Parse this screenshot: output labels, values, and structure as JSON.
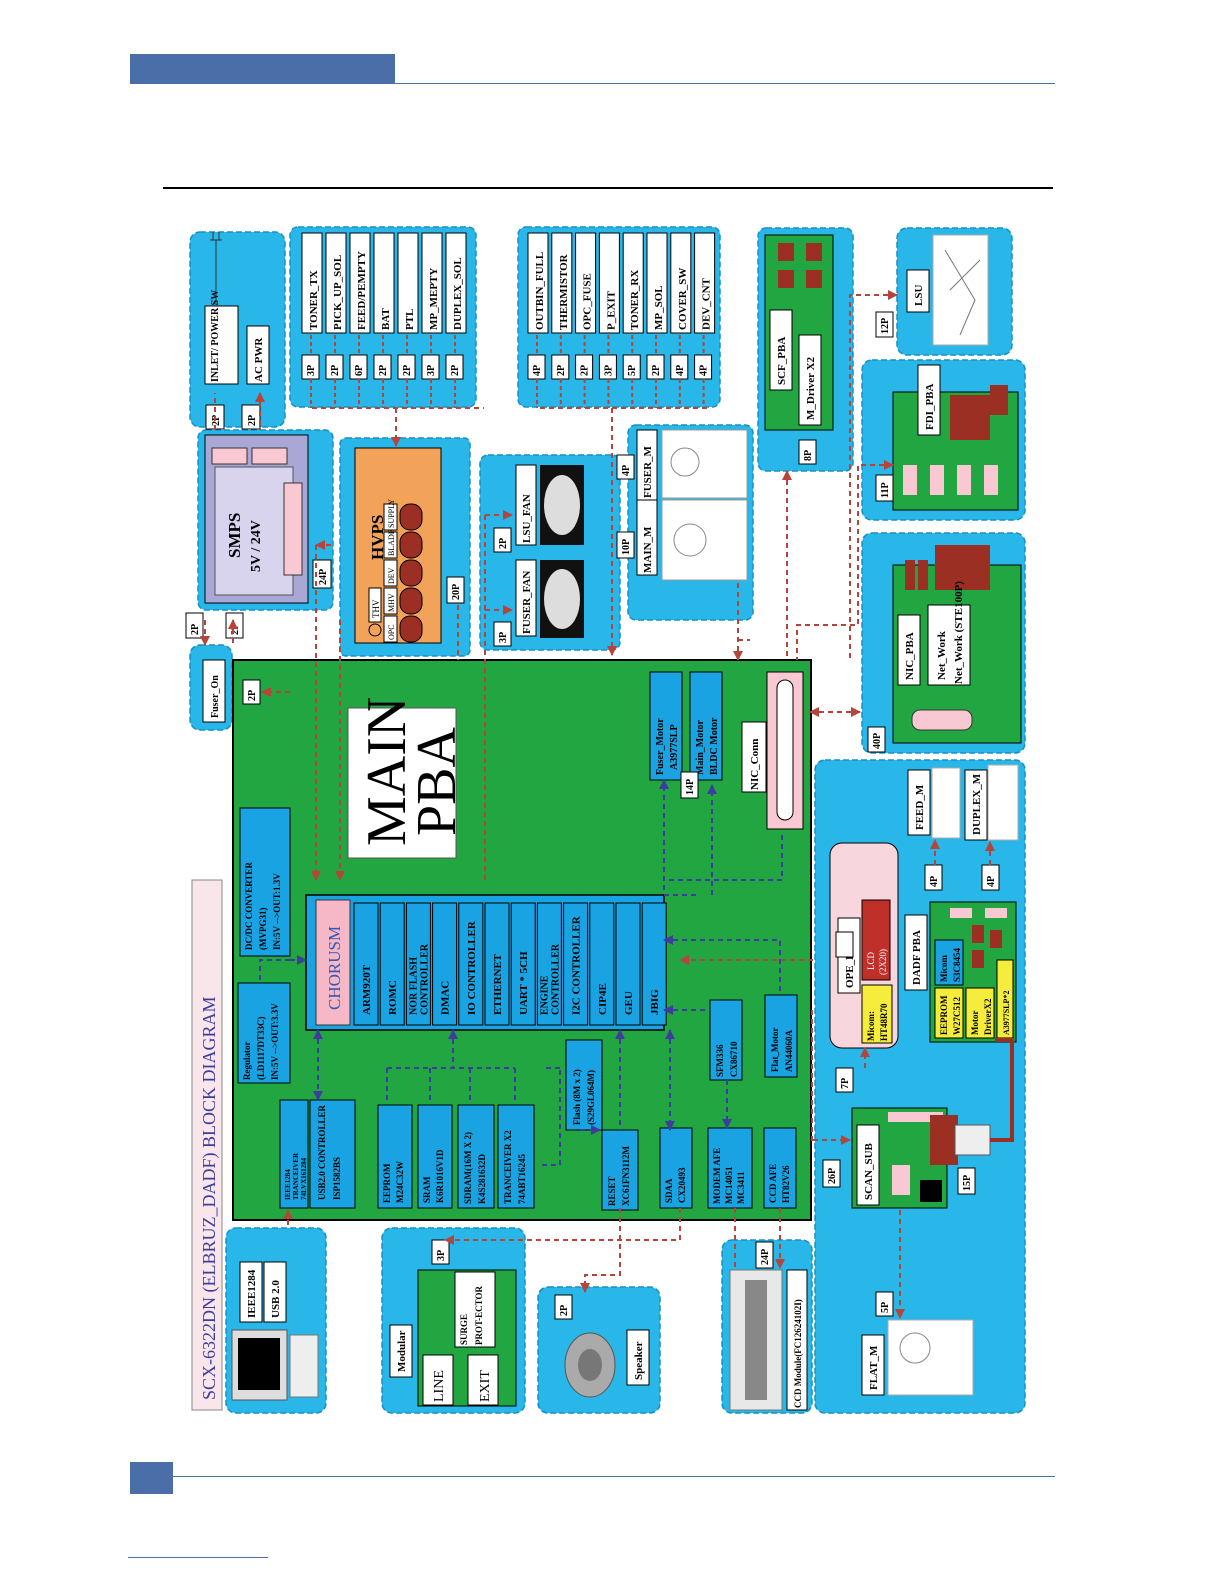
{
  "diagram": {
    "title": "SCX-6322DN (ELBRUZ_DADF) BLOCK DIAGRAM",
    "main_pba": {
      "line1": "MAIN",
      "line2": "PBA"
    },
    "chorusm": {
      "title": "CHORUSM",
      "items": [
        "ARM920T",
        "ROMC",
        "NOR FLASH CONTROLLER",
        "DMAC",
        "IO CONTROLLER",
        "ETHERNET",
        "UART * 5CH",
        "ENGINE CONTROLLER",
        "I2C CONTROLLER",
        "CIP4E",
        "GEU",
        "JBIG"
      ]
    },
    "top_left_sensors": [
      "TONER_TX",
      "PICK_UP_SOL",
      "FEED/PEMPTY",
      "BAT",
      "PTL",
      "MP_MEPTY",
      "DUPLEX_SOL"
    ],
    "top_left_pins": [
      "3P",
      "2P",
      "6P",
      "2P",
      "2P",
      "3P",
      "2P"
    ],
    "top_right_sensors": [
      "OUTBIN_FULL",
      "THERMISTOR",
      "OPC_FUSE",
      "P_EXIT",
      "TONER_RX",
      "MP_SOL",
      "COVER_SW",
      "DEV_CNT"
    ],
    "top_right_pins": [
      "4P",
      "2P",
      "2P",
      "3P",
      "5P",
      "2P",
      "4P",
      "4P"
    ],
    "inlet": "INLET/ POWER SW",
    "ac_pwr": "AC PWR",
    "smps": {
      "name": "SMPS",
      "volt": "5V / 24V"
    },
    "hvps": {
      "name": "HVPS",
      "labels": [
        "THV",
        "OPC",
        "MHV",
        "DEV",
        "BLADE",
        "SUPPLY"
      ]
    },
    "fans": [
      "FUSER_FAN",
      "LSU_FAN"
    ],
    "motors_top": [
      "MAIN_M",
      "FUSER_M"
    ],
    "scf": {
      "name": "SCF_PBA",
      "sub": "M_Driver X2"
    },
    "lsu": "LSU",
    "fdi": "FDI_PBA",
    "nic": {
      "name": "NIC_PBA",
      "sub": "Net_Work (STE100P)"
    },
    "fuser_on": "Fuser_On",
    "dcdc": "DC/DC CONVERTER (MVPG31) IN:5V-->OUT:1.3V",
    "regulator": "Regulator (LD1117DT33C) IN:5V -->OUT:3.3V",
    "chips": {
      "ieee": "IEEE1284 TRANCEIVER 74LVX161284",
      "usb": "USB2.0 CONTROLLER ISP1582BS",
      "eeprom": "EEPROM M24C32W",
      "sram": "SRAM K6R1016V1D",
      "sdram": "SDRAM(16M X 2) K4S281632D",
      "tranceiver": "TRANCEIVER X2 74ABT16245",
      "flash": "Flash (8M x 2) (S29GL064M)",
      "reset": "RESET XC61FN3112M",
      "sdaa": "SDAA CX20493",
      "modem": "MODEM AFE MC14051 MC3411",
      "ccd_afe": "CCD AFE HT82V26",
      "sfm": "SFM336 CX86710",
      "flat_motor": "Flat_Motor AN44060A",
      "fuser_motor": "Fuser_Motor A3977SLP",
      "main_motor": "Main_Motor BLDC Motor",
      "nic_conn": "NIC_Conn"
    },
    "ope": {
      "name": "OPE_PBA",
      "lcd": "LCD (2X20)",
      "micom": "Micom: HT48R70"
    },
    "dadf": {
      "name": "DADF PBA",
      "micom": "Micom S3C8454",
      "eeprom": "EEPROM W27C512",
      "motor": "Motor DriverX2",
      "a3977": "A3977SLP*2"
    },
    "motors_right": [
      "FEED_M",
      "DUPLEX_M"
    ],
    "scan_sub": "SCAN_SUB",
    "pc": [
      "IEEE1284",
      "USB 2.0"
    ],
    "modular": {
      "name": "Modular",
      "line": "LINE",
      "exit": "EXIT",
      "surge": "SURGE PROT-ECTOR"
    },
    "speaker": "Speaker",
    "ccd_module": "CCD Module(FC12624102I)",
    "flat_m": "FLAT_M",
    "pins": {
      "p2": "2P",
      "p3": "3P",
      "p4": "4P",
      "p5": "5P",
      "p7": "7P",
      "p8": "8P",
      "p10": "10P",
      "p11": "11P",
      "p12": "12P",
      "p14": "14P",
      "p15": "15P",
      "p20": "20P",
      "p24": "24P",
      "p26": "26P",
      "p40": "40P"
    }
  },
  "colors": {
    "blue_panel": "#29B6E8",
    "green_board": "#21A641",
    "chip_blue": "#1AA3E2",
    "smps": "#A9A7D5",
    "hvps": "#F2A359",
    "arrow": "#B5443A",
    "dash_blue": "#4B4BA8"
  }
}
